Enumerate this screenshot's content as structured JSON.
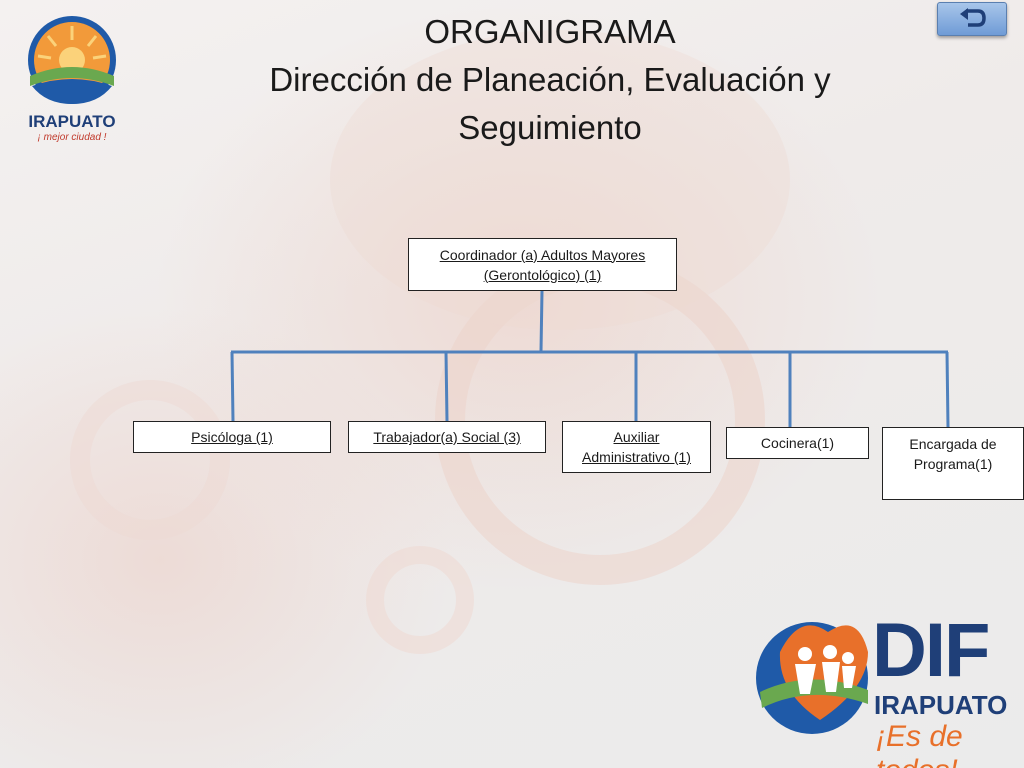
{
  "title": {
    "line1": "ORGANIGRAMA",
    "line2": "Dirección de Planeación, Evaluación y",
    "line3": "Seguimiento"
  },
  "logos": {
    "irapuato": {
      "name": "IRAPUATO",
      "tagline": "¡ mejor ciudad !"
    },
    "dif": {
      "name": "DIF",
      "city": "IRAPUATO",
      "slogan": "¡Es de todos!"
    }
  },
  "nav": {
    "back_icon": "return-arrow-icon"
  },
  "org": {
    "root": {
      "line1": "Coordinador (a) Adultos Mayores",
      "line2": "(Gerontológico) (1)"
    },
    "children": [
      {
        "line1": "Psicóloga (1)"
      },
      {
        "line1": "Trabajador(a) Social (3)"
      },
      {
        "line1": "Auxiliar",
        "line2": "Administrativo (1)"
      },
      {
        "line1": "Cocinera(1)"
      },
      {
        "line1": "Encargada de",
        "line2": "Programa(1)"
      }
    ]
  },
  "colors": {
    "connector": "#4f81bd",
    "accent_orange": "#e8702a",
    "accent_blue": "#1f5aa8",
    "accent_green": "#6aa84f"
  }
}
